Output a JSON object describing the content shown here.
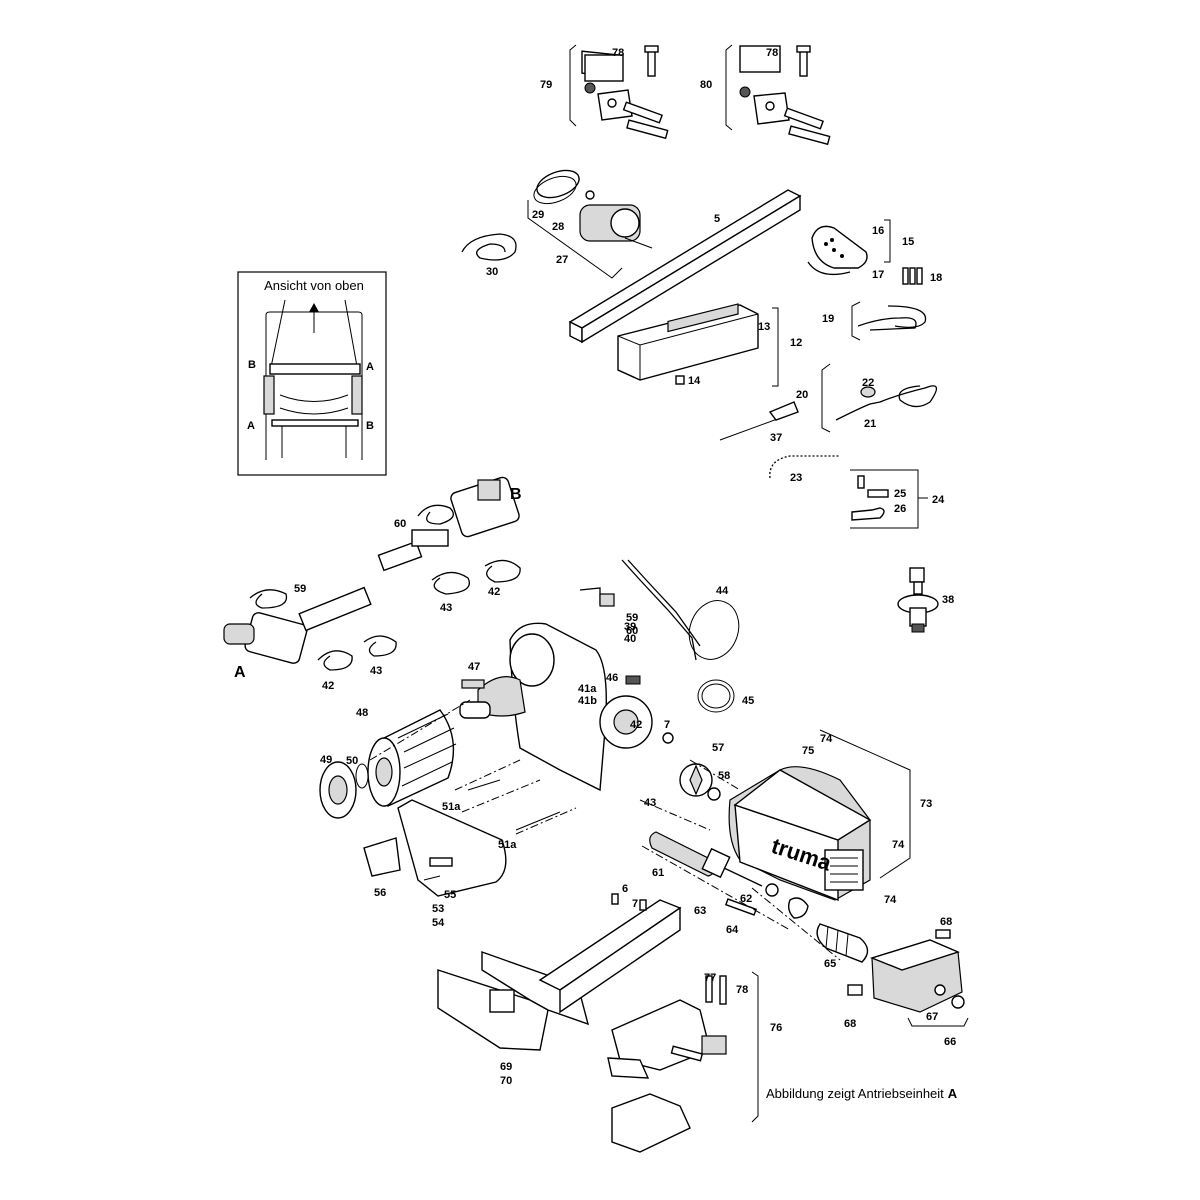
{
  "inset": {
    "title": "Ansicht von oben",
    "labels": [
      "B",
      "A",
      "A",
      "B"
    ]
  },
  "unit_labels": {
    "a": "A",
    "b": "B"
  },
  "caption": {
    "text": "Abbildung zeigt Antriebseinheit",
    "emphasis": "A"
  },
  "callouts": {
    "c78a": "78",
    "c79": "79",
    "c78b": "78",
    "c80": "80",
    "c29": "29",
    "c28": "28",
    "c27": "27",
    "c30": "30",
    "c5": "5",
    "c16": "16",
    "c15": "15",
    "c17": "17",
    "c18": "18",
    "c13": "13",
    "c12": "12",
    "c14": "14",
    "c19": "19",
    "c22": "22",
    "c20": "20",
    "c21": "21",
    "c37": "37",
    "c23": "23",
    "c25": "25",
    "c24": "24",
    "c26": "26",
    "c38": "38",
    "c60": "60",
    "c43a": "43",
    "c42a": "42",
    "c59a": "59",
    "c42b": "42",
    "c43b": "43",
    "c44": "44",
    "c5960a": "59",
    "c5960b": "60",
    "c39": "39",
    "c40": "40",
    "c47": "47",
    "c46": "46",
    "c41a": "41a",
    "c41b": "41b",
    "c42c": "42",
    "c7a": "7",
    "c45": "45",
    "c48": "48",
    "c57": "57",
    "c49": "49",
    "c50": "50",
    "c58": "58",
    "c75": "75",
    "c74a": "74",
    "c73": "73",
    "c43c": "43",
    "c51a1": "51a",
    "c51a2": "51a",
    "c74b": "74",
    "c61": "61",
    "c56": "56",
    "c55": "55",
    "c53": "53",
    "c54": "54",
    "c6": "6",
    "c7b": "7",
    "c62": "62",
    "c63": "63",
    "c74c": "74",
    "c64": "64",
    "c68a": "68",
    "c65": "65",
    "c77": "77",
    "c78c": "78",
    "c76": "76",
    "c68b": "68",
    "c67": "67",
    "c66": "66",
    "c69": "69",
    "c70": "70"
  }
}
